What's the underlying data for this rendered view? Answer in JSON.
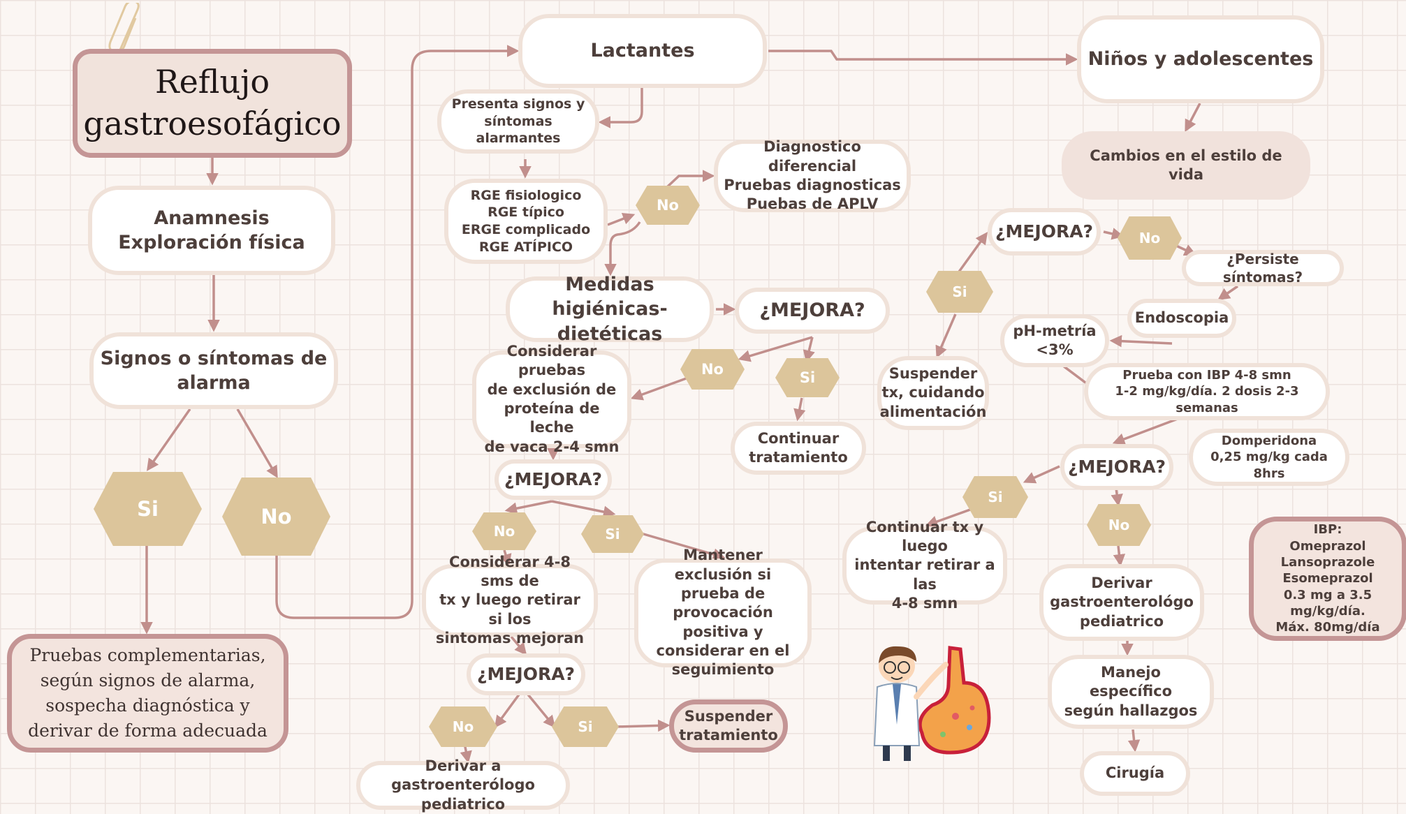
{
  "title": "Reflujo gastroesofágico",
  "nodes": {
    "anamnesis": "Anamnesis\nExploración física",
    "signos_alarma": "Signos o síntomas de\nalarma",
    "pruebas_complementarias": "Pruebas complementarias,\nsegún signos de alarma,\nsospecha diagnóstica y\nderivar de forma adecuada",
    "lactantes": "Lactantes",
    "presenta_signos": "Presenta signos y\nsíntomas alarmantes",
    "rge_tipos": "RGE fisiologico\nRGE típico\nERGE complicado\nRGE ATÍPICO",
    "diagnostico_diferencial": "Diagnostico diferencial\nPruebas diagnosticas\nPuebas de APLV",
    "medidas_higienicas": "Medidas higiénicas-\ndietéticas",
    "mejora_lactantes_1": "¿MEJORA?",
    "considerar_pruebas": "Considerar pruebas\nde exclusión de\nproteína de leche\nde vaca 2-4 smn",
    "continuar_tratamiento": "Continuar\ntratamiento",
    "mejora_lactantes_2": "¿MEJORA?",
    "considerar_4_8": "Considerar 4-8 sms de\ntx y luego retirar si los\nsintomas mejoran",
    "mantener_exclusion": "Mantener exclusión si\nprueba de\nprovocación positiva y\nconsiderar en el\nseguimiento",
    "mejora_lactantes_3": "¿MEJORA?",
    "suspender_tratamiento": "Suspender\ntratamiento",
    "derivar_lactantes": "Derivar a gastroenterólogo\npediatrico",
    "ninos": "Niños y adolescentes",
    "cambios_estilo": "Cambios en el estilo de vida",
    "mejora_ninos_1": "¿MEJORA?",
    "persiste": "¿Persiste síntomas?",
    "endoscopia": "Endoscopia",
    "phmetria": "pH-metría\n<3%",
    "suspender_tx": "Suspender\ntx, cuidando\nalimentación",
    "prueba_ibp": "Prueba con IBP 4-8 smn\n1-2 mg/kg/día. 2 dosis 2-3 semanas",
    "domperidona": "Domperidona\n0,25 mg/kg cada 8hrs",
    "mejora_ninos_2": "¿MEJORA?",
    "continuar_tx": "Continuar tx y luego\nintentar retirar a las\n4-8 smn",
    "derivar_ninos": "Derivar\ngastroenterológo\npediatrico",
    "ibp_info": "IBP:\nOmeprazol\nLansoprazole\nEsomeprazol\n0.3 mg a 3.5 mg/kg/día.\nMáx. 80mg/día",
    "manejo": "Manejo específico\nsegún hallazgos",
    "cirugia": "Cirugía"
  },
  "decisions": {
    "si_alarma": "Si",
    "no_alarma": "No",
    "no_rge": "No",
    "no_mejora1": "No",
    "si_mejora1": "Si",
    "no_mejora2": "No",
    "si_mejora2": "Si",
    "no_mejora3": "No",
    "si_mejora3": "Si",
    "si_ninos1": "Si",
    "no_ninos1": "No",
    "si_ninos2": "Si",
    "no_ninos2": "No"
  },
  "colors": {
    "background": "#fbf6f3",
    "grid": "#ece2de",
    "node_fill": "#ffffff",
    "node_border": "#f0e2d9",
    "accent_border": "#c49595",
    "decision_fill": "#dcc59b",
    "arrow": "#c18f8c",
    "text": "#4d3f3b"
  },
  "icons": [
    "paperclip-icon",
    "doctor-stomach-illustration"
  ]
}
